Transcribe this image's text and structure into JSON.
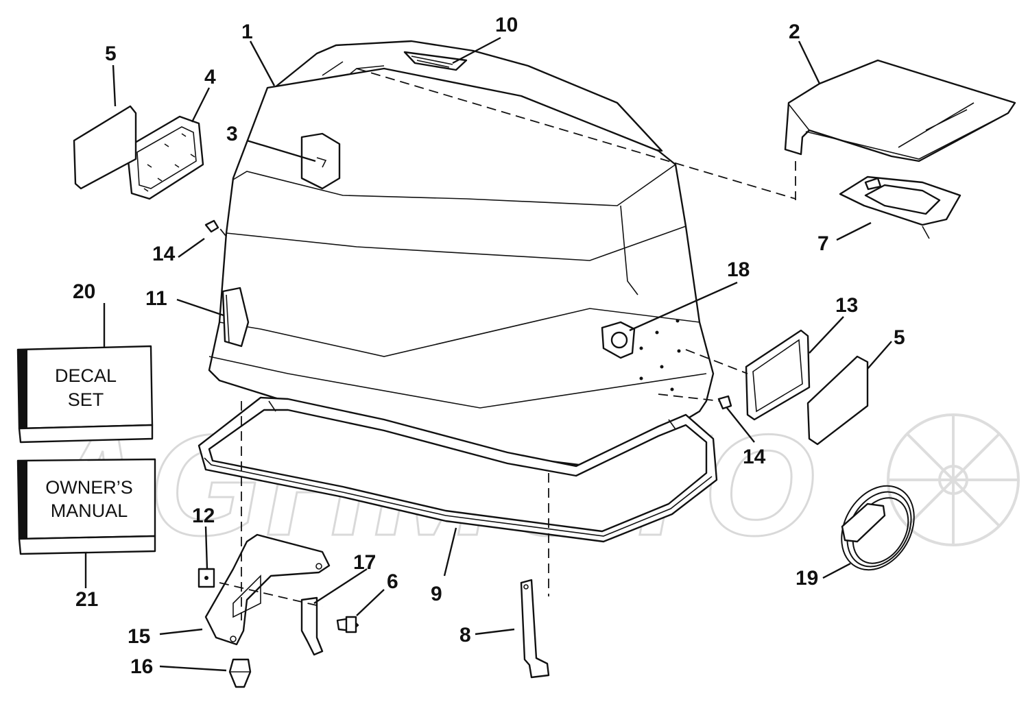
{
  "watermark": {
    "text": "AGHMOTO"
  },
  "callouts": [
    {
      "id": "c1",
      "label": "1"
    },
    {
      "id": "c2",
      "label": "2"
    },
    {
      "id": "c3",
      "label": "3"
    },
    {
      "id": "c4",
      "label": "4"
    },
    {
      "id": "c5a",
      "label": "5"
    },
    {
      "id": "c5b",
      "label": "5"
    },
    {
      "id": "c6",
      "label": "6"
    },
    {
      "id": "c7",
      "label": "7"
    },
    {
      "id": "c8",
      "label": "8"
    },
    {
      "id": "c9",
      "label": "9"
    },
    {
      "id": "c10",
      "label": "10"
    },
    {
      "id": "c11",
      "label": "11"
    },
    {
      "id": "c12",
      "label": "12"
    },
    {
      "id": "c13",
      "label": "13"
    },
    {
      "id": "c14a",
      "label": "14"
    },
    {
      "id": "c14b",
      "label": "14"
    },
    {
      "id": "c15",
      "label": "15"
    },
    {
      "id": "c16",
      "label": "16"
    },
    {
      "id": "c17",
      "label": "17"
    },
    {
      "id": "c18",
      "label": "18"
    },
    {
      "id": "c19",
      "label": "19"
    },
    {
      "id": "c20",
      "label": "20"
    },
    {
      "id": "c21",
      "label": "21"
    }
  ],
  "boxes": {
    "decal_set": {
      "line1": "DECAL",
      "line2": "SET"
    },
    "owners_manual": {
      "line1": "OWNER’S",
      "line2": "MANUAL"
    }
  }
}
